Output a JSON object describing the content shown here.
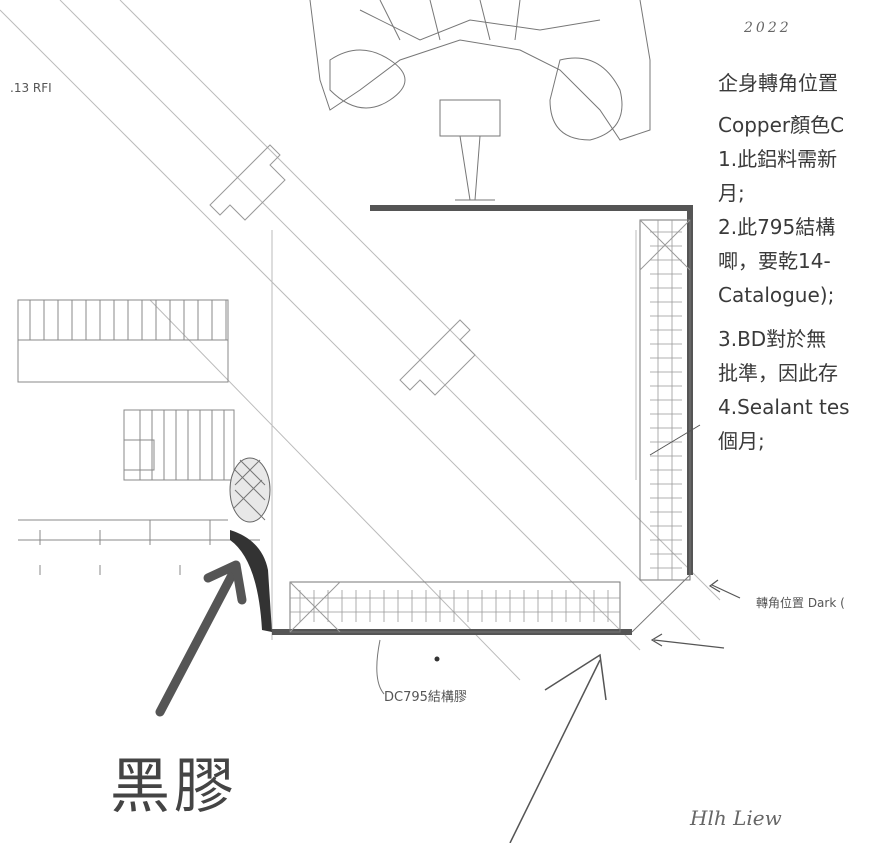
{
  "header": {
    "doc_ref": ".13 RFI",
    "handwritten_date": "2022"
  },
  "notes": {
    "lines": [
      "企身轉角位置",
      "Copper顏色C",
      "1.此鋁料需新",
      "月;",
      "2.此795結構",
      "唧，要乾14-",
      "Catalogue);",
      "3.BD對於無",
      "批準，因此存",
      "4.Sealant tes",
      "個月;"
    ]
  },
  "labels": {
    "corner_position": "轉角位置 Dark (",
    "structural_glue": "DC795結構膠",
    "black_glue": "黑膠",
    "handwritten_signature": "Hlh Liew"
  }
}
